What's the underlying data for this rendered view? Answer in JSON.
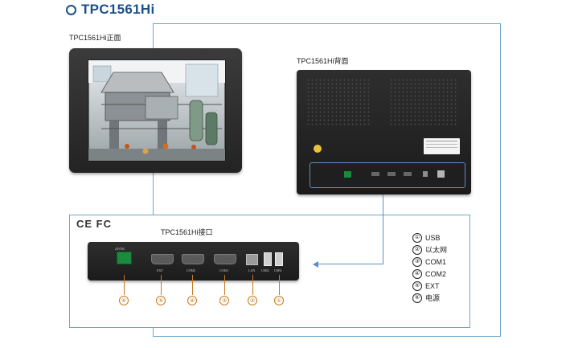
{
  "title": "TPC1561Hi",
  "front": {
    "caption": "TPC1561Hi正面"
  },
  "back": {
    "caption": "TPC1561Hi背面"
  },
  "iface": {
    "caption": "TPC1561Hi接口",
    "cert": "CE FC",
    "power_label": "24VDC",
    "port_labels": [
      "EXT",
      "COM2",
      "COM1",
      "LAN",
      "USB2",
      "USB1"
    ],
    "markers": [
      "⑥",
      "⑤",
      "④",
      "③",
      "②",
      "①"
    ]
  },
  "legend": [
    {
      "num": "①",
      "text": "USB"
    },
    {
      "num": "②",
      "text": "以太网"
    },
    {
      "num": "③",
      "text": "COM1"
    },
    {
      "num": "④",
      "text": "COM2"
    },
    {
      "num": "⑤",
      "text": "EXT"
    },
    {
      "num": "⑥",
      "text": "电源"
    }
  ],
  "colors": {
    "title": "#1d4f8a",
    "frame": "#6aa7c8",
    "marker": "#c7791e",
    "bezel": "#2b2b2b"
  }
}
